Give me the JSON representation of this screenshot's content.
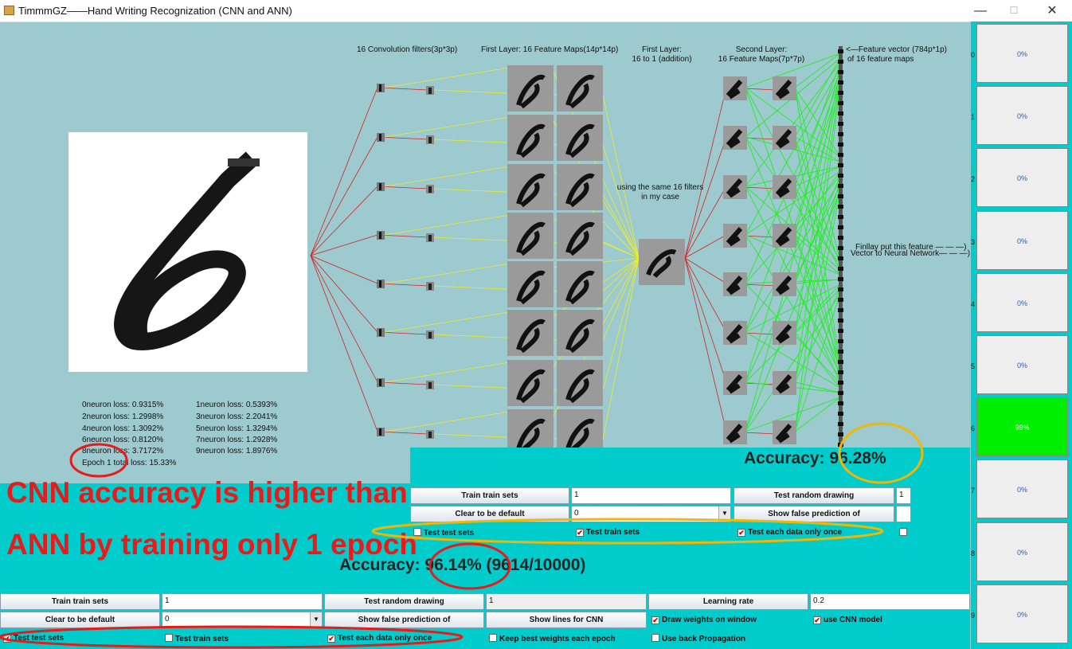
{
  "window": {
    "title": "TimmmGZ——Hand Writing Recognization (CNN and ANN)",
    "min": "—",
    "max": "☐",
    "close": "✕",
    "app_icon": "java-cup-icon"
  },
  "labels": {
    "filters": "16 Convolution filters(3p*3p)",
    "first_maps": "First Layer: 16 Feature Maps(14p*14p)",
    "first_add_1": "First Layer:",
    "first_add_2": "16 to 1 (addition)",
    "second_1": "Second Layer:",
    "second_2": "16 Feature Maps(7p*7p)",
    "fv_1": "<—Feature vector (784p*1p)",
    "fv_2": "of 16 feature maps",
    "same_1": "using the same 16 filters",
    "same_2": "in my case",
    "final_1": "Finllay put this feature  — — —)",
    "final_2": "Vector to Neural Network— — —)"
  },
  "losses": [
    "0neuron loss: 0.9315%",
    "1neuron loss: 0.5393%",
    "2neuron loss: 1.2998%",
    "3neuron loss: 2.2041%",
    "4neuron loss: 1.3092%",
    "5neuron loss: 1.3294%",
    "6neuron loss: 0.8120%",
    "7neuron loss: 1.2928%",
    "8neuron loss: 3.7172%",
    "9neuron loss: 1.8976%"
  ],
  "epoch_loss": "Epoch 1 total loss: 15.33%",
  "predictions": [
    {
      "digit": "0",
      "value": "0%"
    },
    {
      "digit": "1",
      "value": "0%"
    },
    {
      "digit": "2",
      "value": "0%"
    },
    {
      "digit": "3",
      "value": "0%"
    },
    {
      "digit": "4",
      "value": "0%"
    },
    {
      "digit": "5",
      "value": "0%"
    },
    {
      "digit": "6",
      "value": "99%"
    },
    {
      "digit": "7",
      "value": "0%"
    },
    {
      "digit": "8",
      "value": "0%"
    },
    {
      "digit": "9",
      "value": "0%"
    }
  ],
  "highlight_color": "#00ee00",
  "cnn_panel": {
    "accuracy": "Accuracy: 96.28%",
    "train_btn": "Train train sets",
    "train_val": "1",
    "test_random_btn": "Test random drawing",
    "test_random_val": "1",
    "clear_btn": "Clear to be default",
    "combo_val": "0",
    "show_false_btn": "Show false prediction of",
    "chk_test_test": "Test test sets",
    "chk_test_train": "Test train sets",
    "chk_each_once": "Test each data only once"
  },
  "ann_panel": {
    "accuracy": "Accuracy: 96.14% (9614/10000)",
    "train_btn": "Train train sets",
    "train_val": "1",
    "test_random_btn": "Test random drawing",
    "test_random_val": "1",
    "lr_btn": "Learning rate",
    "lr_val": "0.2",
    "clear_btn": "Clear to be default",
    "combo_val": "0",
    "show_false_btn": "Show false prediction of",
    "show_lines_btn": "Show lines for CNN",
    "chk_draw_weights": "Draw weights on window",
    "chk_use_cnn": "use CNN model",
    "chk_test_test": "Test test sets",
    "chk_test_train": "Test train sets",
    "chk_each_once": "Test each data only once",
    "chk_keep_best": "Keep best weights each epoch",
    "chk_backprop": "Use back Propagation"
  },
  "annotation": {
    "line1": "CNN accuracy is higher than",
    "line2": "ANN by training only 1 epoch",
    "color": "#e81a1a",
    "ellipse_cnn": "#f2b705"
  }
}
